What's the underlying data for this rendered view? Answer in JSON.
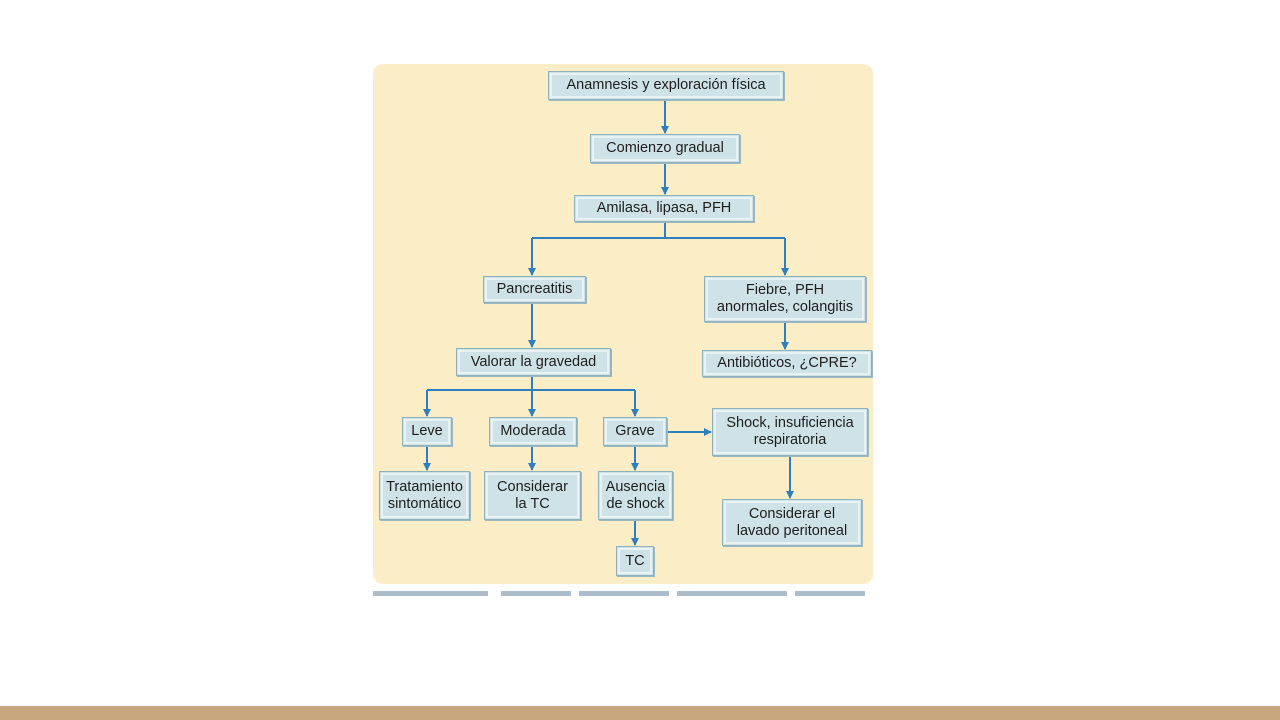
{
  "diagram": {
    "nodes": {
      "anamnesis": "Anamnesis y exploración física",
      "comienzo": "Comienzo gradual",
      "amilasa": "Amilasa, lipasa, PFH",
      "pancreatitis": "Pancreatitis",
      "fiebre": "Fiebre, PFH\nanormales, colangitis",
      "valorar": "Valorar la gravedad",
      "antibioticos": "Antibióticos, ¿CPRE?",
      "leve": "Leve",
      "moderada": "Moderada",
      "grave": "Grave",
      "shock_insuf": "Shock, insuficiencia\nrespiratoria",
      "tratamiento": "Tratamiento\nsintomático",
      "considerar_tc": "Considerar\nla TC",
      "ausencia": "Ausencia\nde shock",
      "lavado": "Considerar el\nlavado peritoneal",
      "tc": "TC"
    },
    "colors": {
      "panel": "#fbeec7",
      "node_fill": "#cfe2e7",
      "arrow": "#2f7fbf",
      "footer_bar": "#c9a77e"
    }
  }
}
